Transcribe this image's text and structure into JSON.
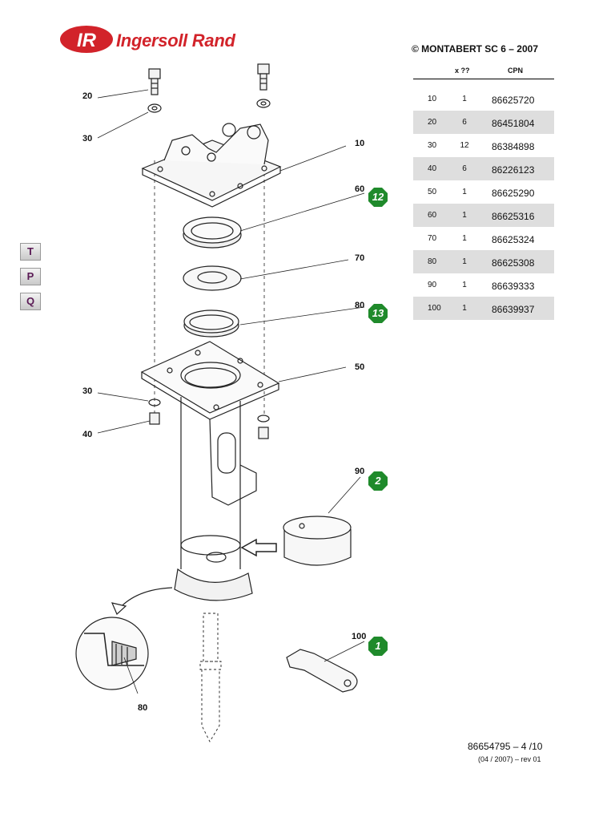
{
  "header": {
    "brand": "Ingersoll Rand",
    "logo_letters": "IR",
    "copyright": "© MONTABERT SC 6 – 2007"
  },
  "table": {
    "col_qty": "x ??",
    "col_cpn": "CPN",
    "rows": [
      {
        "ref": "10",
        "qty": "1",
        "cpn": "86625720"
      },
      {
        "ref": "20",
        "qty": "6",
        "cpn": "86451804"
      },
      {
        "ref": "30",
        "qty": "12",
        "cpn": "86384898"
      },
      {
        "ref": "40",
        "qty": "6",
        "cpn": "86226123"
      },
      {
        "ref": "50",
        "qty": "1",
        "cpn": "86625290"
      },
      {
        "ref": "60",
        "qty": "1",
        "cpn": "86625316"
      },
      {
        "ref": "70",
        "qty": "1",
        "cpn": "86625324"
      },
      {
        "ref": "80",
        "qty": "1",
        "cpn": "86625308"
      },
      {
        "ref": "90",
        "qty": "1",
        "cpn": "86639333"
      },
      {
        "ref": "100",
        "qty": "1",
        "cpn": "86639937"
      }
    ]
  },
  "nav": {
    "t": "T",
    "p": "P",
    "q": "Q"
  },
  "callouts": {
    "c20": "20",
    "c30a": "30",
    "c10": "10",
    "c60": "60",
    "c70": "70",
    "c80": "80",
    "c50": "50",
    "c30b": "30",
    "c40": "40",
    "c90": "90",
    "c100": "100",
    "c80detail": "80"
  },
  "badges": {
    "b60": "12",
    "b80": "13",
    "b90": "2",
    "b100": "1"
  },
  "colors": {
    "brand_red": "#d2232a",
    "badge_green": "#1f8a2b",
    "row_shade": "#dedede"
  },
  "footer": {
    "doc_number": "86654795 – 4 /10",
    "revision": "(04 / 2007) – rev 01"
  }
}
